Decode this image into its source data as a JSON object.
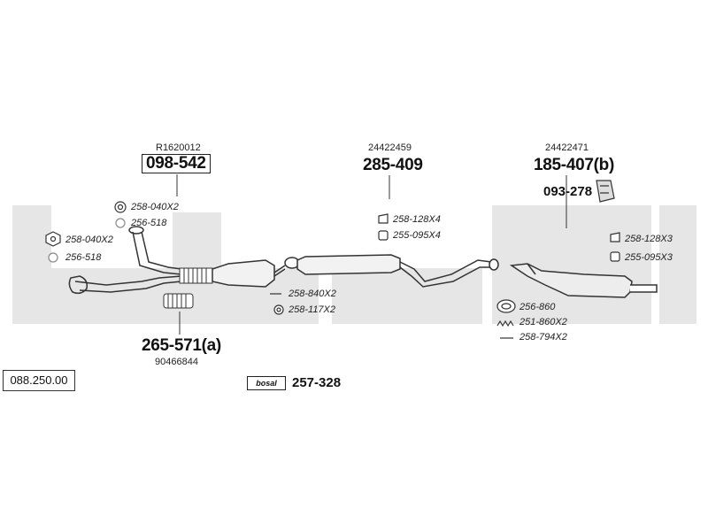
{
  "catalog_number": "088.250.00",
  "brand_logo_text": "bosal",
  "parts": {
    "front_pipe": {
      "ref": "R1620012",
      "code": "098-542"
    },
    "flex_pipe": {
      "code": "265-571(a)",
      "ref": "90466844"
    },
    "center_silencer": {
      "ref": "24422459",
      "code": "285-409"
    },
    "rear_silencer": {
      "ref": "24422471",
      "code": "185-407(b)",
      "sub_code": "093-278"
    },
    "mounting_kit": {
      "code": "257-328"
    }
  },
  "accessories": {
    "a1": "258-040X2",
    "a2": "256-518",
    "a3": "258-040X2",
    "a4": "256-518",
    "a5": "258-840X2",
    "a6": "258-117X2",
    "a7": "258-128X4",
    "a8": "255-095X4",
    "a9": "258-128X3",
    "a10": "255-095X3",
    "a11": "256-860",
    "a12": "251-860X2",
    "a13": "258-794X2"
  }
}
